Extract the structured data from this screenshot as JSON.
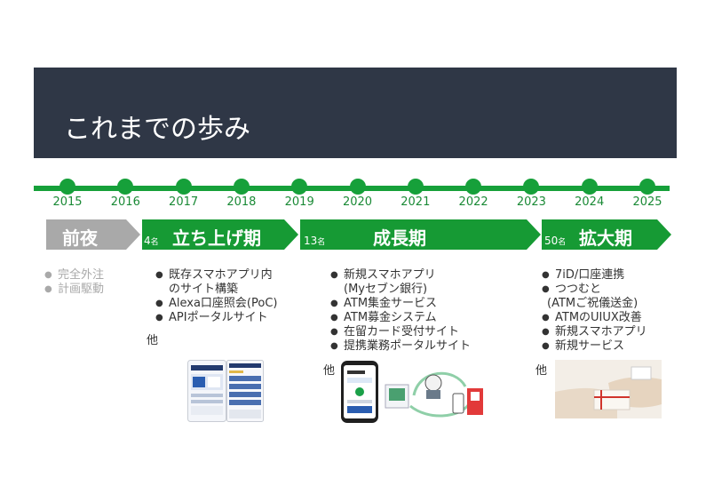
{
  "title": "これまでの歩み",
  "years": [
    "2015",
    "2016",
    "2017",
    "2018",
    "2019",
    "2020",
    "2021",
    "2022",
    "2023",
    "2024",
    "2025"
  ],
  "phases": {
    "prehistory": {
      "label": "前夜"
    },
    "launch": {
      "label": "立ち上げ期",
      "count_num": "4",
      "count_unit": "名"
    },
    "growth": {
      "label": "成長期",
      "count_num": "13",
      "count_unit": "名"
    },
    "expansion": {
      "label": "拡大期",
      "count_num": "50",
      "count_unit": "名"
    }
  },
  "lists": {
    "prehistory": [
      "完全外注",
      "計画駆動"
    ],
    "launch": [
      "既存スマホアプリ内",
      "のサイト構築",
      "Alexa口座照会(PoC)",
      "APIポータルサイト"
    ],
    "growth": [
      "新規スマホアプリ",
      "(Myセブン銀行)",
      "ATM集金サービス",
      "ATM募金システム",
      "在留カード受付サイト",
      "提携業務ポータルサイト"
    ],
    "expansion": [
      "7iD/口座連携",
      "つつむと",
      "(ATMご祝儀送金)",
      "ATMのUIUX改善",
      "新規スマホアプリ",
      "新規サービス"
    ]
  },
  "other_label": "他",
  "colors": {
    "green": "#169a34",
    "header": "#2f3746",
    "gray": "#a9a9a9"
  }
}
